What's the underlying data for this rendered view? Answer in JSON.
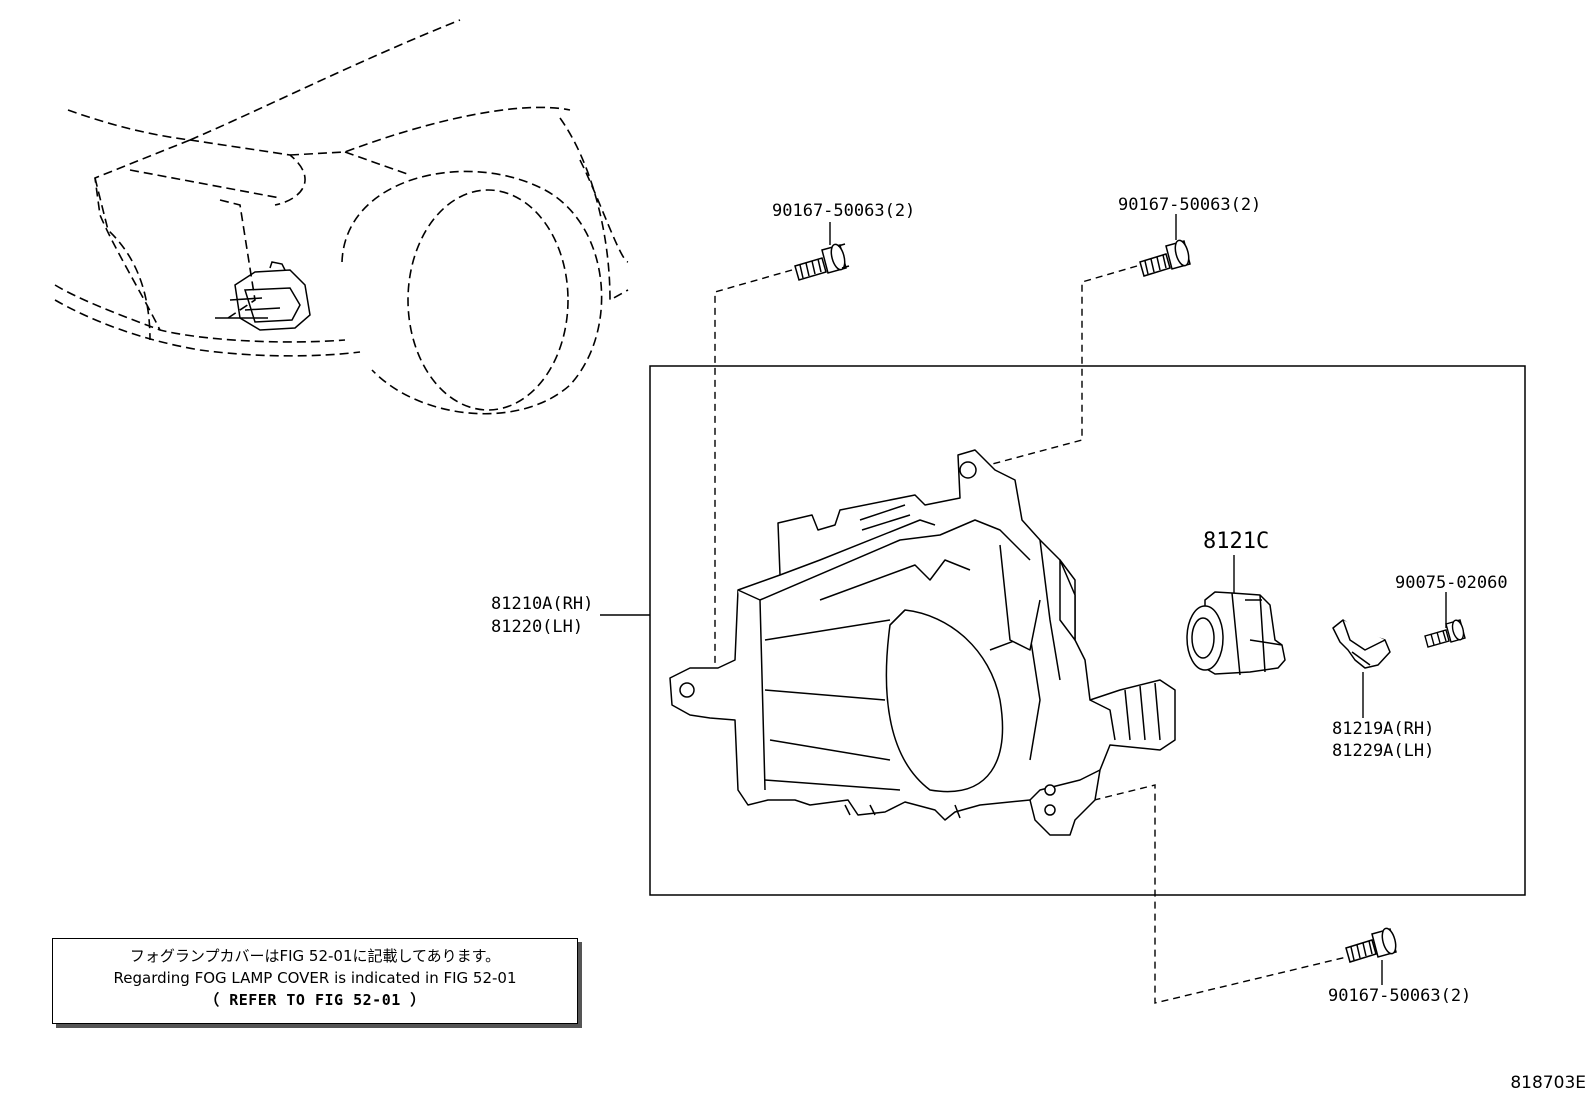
{
  "parts": {
    "bolt_top_left": "90167-50063(2)",
    "bolt_top_right": "90167-50063(2)",
    "bolt_bottom": "90167-50063(2)",
    "fog_lamp_rh": "81210A(RH)",
    "fog_lamp_lh": "81220(LH)",
    "bulb": "8121C",
    "screw": "90075-02060",
    "bracket_rh": "81219A(RH)",
    "bracket_lh": "81229A(LH)"
  },
  "note": {
    "japanese": "フォグランプカバーはFIG 52-01に記載してあります。",
    "english": "Regarding FOG LAMP COVER is indicated in FIG 52-01",
    "reference": "（ REFER TO FIG 52-01 ）"
  },
  "figure_id": "818703E"
}
